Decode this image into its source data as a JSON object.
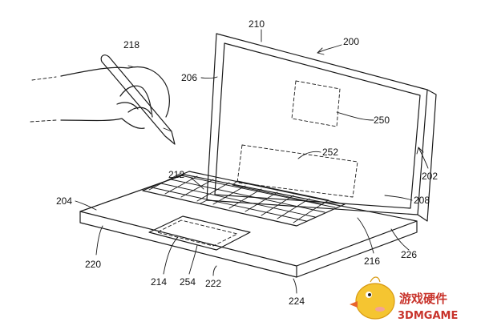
{
  "figure": {
    "labels": {
      "l200": "200",
      "l202": "202",
      "l204": "204",
      "l206": "206",
      "l208": "208",
      "l210": "210",
      "l212": "212",
      "l214": "214",
      "l216": "216",
      "l218": "218",
      "l220": "220",
      "l222": "222",
      "l224": "224",
      "l226": "226",
      "l250": "250",
      "l252": "252",
      "l254": "254"
    }
  },
  "watermark": {
    "line1": "游戏硬件",
    "line2": "3DMGAME",
    "colors": {
      "text": "#c8332b",
      "chick": "#f5c531"
    }
  }
}
